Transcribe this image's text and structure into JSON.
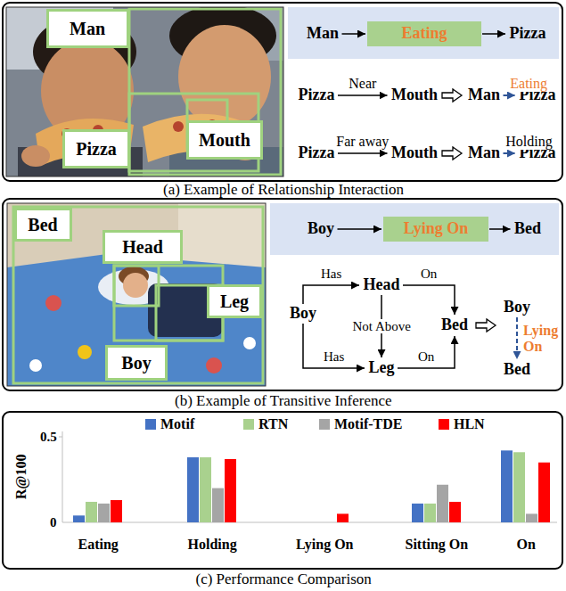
{
  "diagram": {
    "nodes": [
      {
        "text": [
          "Man"
        ]
      },
      {
        "text": [
          "Pizza"
        ]
      },
      {
        "text": [
          "Mouth"
        ]
      },
      {
        "text": [
          "Man"
        ]
      },
      {
        "text": [
          "Eating"
        ]
      },
      {
        "text": [
          "Pizza"
        ]
      },
      {
        "text": [
          "Pizza"
        ]
      },
      {
        "text": [
          "Mouth"
        ]
      },
      {
        "text": [
          "Man"
        ]
      },
      {
        "text": [
          "Pizza"
        ]
      },
      {
        "text": [
          "Pizza"
        ]
      },
      {
        "text": [
          "Mouth"
        ]
      },
      {
        "text": [
          "Man"
        ]
      },
      {
        "text": [
          "Pizza"
        ]
      },
      {
        "text": [
          "Bed"
        ]
      },
      {
        "text": [
          "Head"
        ]
      },
      {
        "text": [
          "Leg"
        ]
      },
      {
        "text": [
          "Boy"
        ]
      },
      {
        "text": [
          "Boy"
        ]
      },
      {
        "text": [
          "Lying On"
        ]
      },
      {
        "text": [
          "Bed"
        ]
      },
      {
        "text": [
          "Boy"
        ]
      },
      {
        "text": [
          "Head"
        ]
      },
      {
        "text": [
          "Leg"
        ]
      },
      {
        "text": [
          "Bed"
        ]
      },
      {
        "text": [
          "Boy"
        ]
      },
      {
        "text": [
          "Bed"
        ]
      }
    ],
    "edges": [
      {
        "from": 3,
        "to": 4,
        "arrow": "to"
      },
      {
        "from": 4,
        "to": 5,
        "arrow": "to"
      },
      {
        "from": 6,
        "to": 7,
        "label": "Near",
        "arrow": "to"
      },
      {
        "from": 8,
        "to": 9,
        "label": "Eating",
        "arrow": "to"
      },
      {
        "from": 10,
        "to": 11,
        "label": "Far away",
        "arrow": "to"
      },
      {
        "from": 12,
        "to": 13,
        "label": "Holding",
        "arrow": "to"
      },
      {
        "from": 18,
        "to": 19,
        "arrow": "to"
      },
      {
        "from": 19,
        "to": 20,
        "arrow": "to"
      },
      {
        "from": 21,
        "to": 22,
        "label": "Has",
        "arrow": "to"
      },
      {
        "from": 21,
        "to": 23,
        "label": "Has",
        "arrow": "to"
      },
      {
        "from": 22,
        "to": 24,
        "label": "On",
        "arrow": "to"
      },
      {
        "from": 22,
        "to": 23,
        "label": "Not Above",
        "arrow": "to"
      },
      {
        "from": 23,
        "to": 24,
        "label": "On",
        "arrow": "to"
      },
      {
        "from": 25,
        "to": 26,
        "label": "Lying On",
        "arrow": "to"
      }
    ],
    "labels": [
      "(a) Example of Relationship Interaction",
      "(b) Example of Transitive Inference",
      "R@100",
      "0.5",
      "0",
      "Eating",
      "Holding",
      "Lying On",
      "Sitting On",
      "On",
      "(c) Performance Comparison"
    ],
    "legend": [
      {
        "text": "Motif",
        "color": "#4472c4"
      },
      {
        "text": "RTN",
        "color": "#a9d18e"
      },
      {
        "text": "Motif-TDE",
        "color": "#a5a5a5"
      },
      {
        "text": "HLN",
        "color": "#ff0000"
      }
    ]
  }
}
